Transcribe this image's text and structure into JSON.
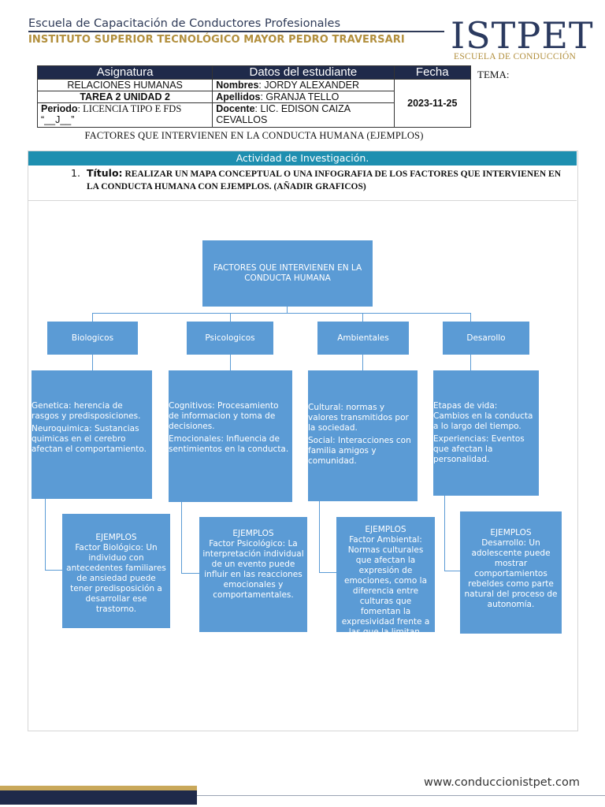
{
  "header": {
    "school_name": "Escuela de Capacitación de Conductores Profesionales",
    "institute": "INSTITUTO SUPERIOR TECNOLÓGICO MAYOR PEDRO TRAVERSARI",
    "logo_main": "ISTPET",
    "logo_sub": "ESCUELA DE CONDUCCIÓN",
    "tema_label": "TEMA:"
  },
  "info_table": {
    "col_asignatura": "Asignatura",
    "col_datos": "Datos del estudiante",
    "col_fecha": "Fecha",
    "subject": "RELACIONES HUMANAS",
    "task": "TAREA 2 UNIDAD 2",
    "periodo_label": "Periodo",
    "periodo_value": ": LICENCIA TIPO E FDS",
    "periodo_extra": "“__J__”",
    "nombres_label": "Nombres",
    "nombres_value": ": JORDY ALEXANDER",
    "apellidos_label": "Apellidos",
    "apellidos_value": ": GRANJA TELLO",
    "docente_label": "Docente",
    "docente_value": ": LIC. EDISON CAIZA CEVALLOS",
    "fecha_value": "2023-11-25"
  },
  "subtitle": "FACTORES QUE INTERVIENEN EN LA CONDUCTA HUMANA (EJEMPLOS)",
  "activity": {
    "bar_title": "Actividad de Investigación.",
    "item_number": "1.",
    "title_label": "Título:",
    "title_text": "REALIZAR UN MAPA CONCEPTUAL O UNA INFOGRAFIA DE LOS FACTORES QUE INTERVIENEN EN LA CONDUCTA HUMANA CON EJEMPLOS. (AÑADIR GRAFICOS)"
  },
  "diagram": {
    "root": "FACTORES QUE INTERVIENEN EN LA CONDUCTA HUMANA",
    "categories": [
      "Biologicos",
      "Psicologicos",
      "Ambientales",
      "Desarollo"
    ],
    "details": [
      [
        "Genetica: herencia de rasgos y predisposiciones.",
        "Neuroquimica: Sustancias quimicas en el cerebro afectan el comportamiento."
      ],
      [
        "Cognitivos: Procesamiento de informacion y toma de decisiones.",
        "Emocionales: Influencia de sentimientos en la conducta."
      ],
      [
        "Cultural: normas y valores transmitidos por la sociedad.",
        "Social: Interacciones con familia amigos y comunidad."
      ],
      [
        "Etapas de vida: Cambios en la conducta a lo largo del tiempo.",
        "Experiencias: Eventos que afectan la personalidad."
      ]
    ],
    "examples_title": "EJEMPLOS",
    "examples": [
      "Factor Biológico: Un individuo con antecedentes familiares de ansiedad puede tener predisposición a desarrollar ese trastorno.",
      "Factor Psicológico: La interpretación individual de un evento puede influir en las reacciones emocionales y comportamentales.",
      "Factor Ambiental: Normas culturales que afectan la expresión de emociones, como la diferencia entre culturas que fomentan la expresividad frente a las que la limitan.",
      "Desarrollo: Un adolescente puede mostrar comportamientos rebeldes como parte natural del proceso de autonomía."
    ]
  },
  "footer": {
    "website": "www.conduccionistpet.com"
  },
  "colors": {
    "navy": "#1f2a4a",
    "gold": "#b28f3d",
    "teal_bar": "#1e8fb0",
    "diagram_blue": "#5b9bd5"
  }
}
